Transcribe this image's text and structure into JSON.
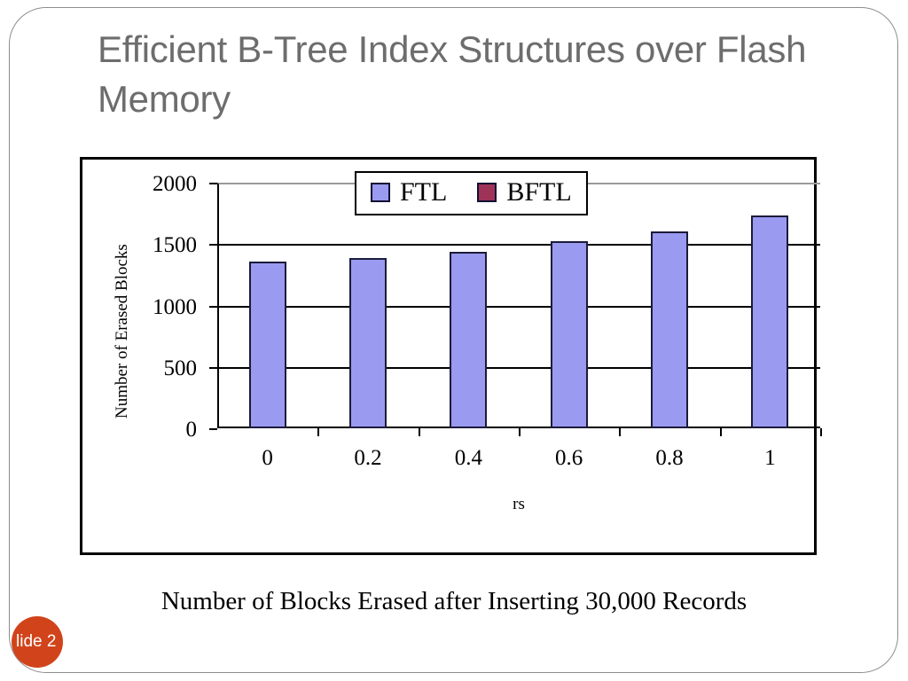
{
  "slide": {
    "title": "Efficient B-Tree Index Structures over Flash Memory",
    "caption": "Number of Blocks Erased after Inserting 30,000 Records",
    "badge_text": "lide 2",
    "badge_color": "#d1441b",
    "title_color": "#6d6d6d",
    "border_color": "#8d8d8d"
  },
  "chart_data": {
    "type": "bar",
    "title": "",
    "categories": [
      "0",
      "0.2",
      "0.4",
      "0.6",
      "0.8",
      "1"
    ],
    "series": [
      {
        "name": "FTL",
        "color": "#9a9af0",
        "values": [
          1360,
          1390,
          1440,
          1520,
          1600,
          1730
        ]
      },
      {
        "name": "BFTL",
        "color": "#9e3357",
        "values": [
          0,
          0,
          0,
          0,
          0,
          0
        ]
      }
    ],
    "xlabel": "rs",
    "ylabel": "Number of Erased Blocks",
    "ylim": [
      0,
      2000
    ],
    "yticks": [
      "0",
      "500",
      "1000",
      "1500",
      "2000"
    ],
    "ytick_values": [
      0,
      500,
      1000,
      1500,
      2000
    ],
    "grid": true,
    "legend_position": "top-center"
  }
}
